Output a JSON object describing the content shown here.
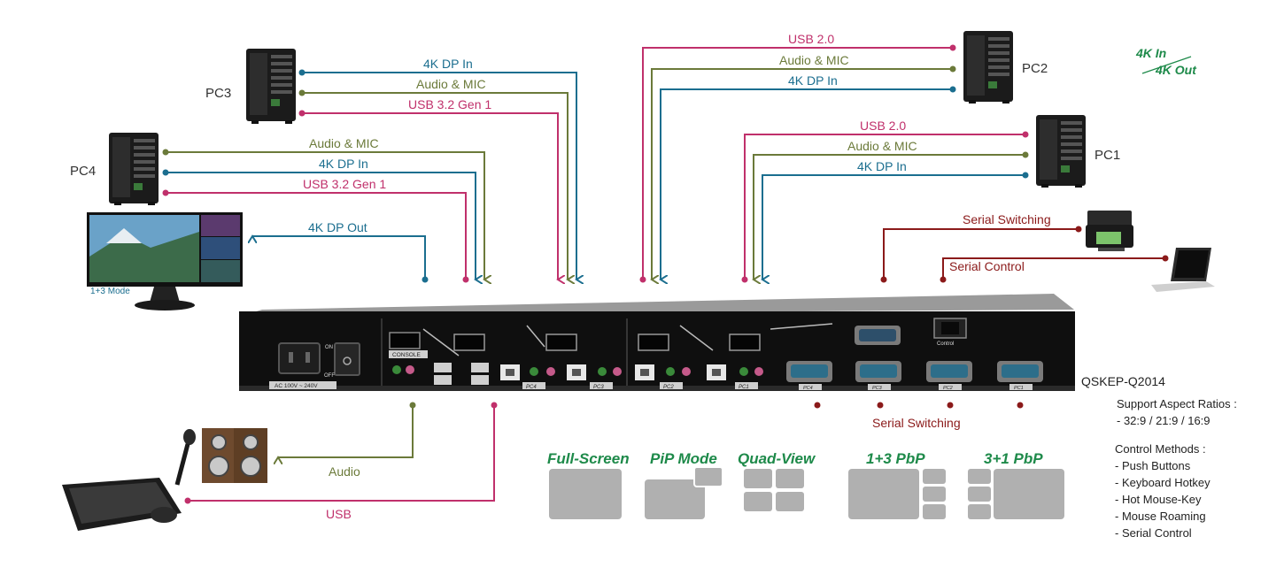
{
  "colors": {
    "usb3": "#c0306b",
    "usb2": "#c0306b",
    "audio": "#6b7a3a",
    "dp": "#1b6e8f",
    "serial": "#8b1a1a",
    "mode_text": "#1e8a4a",
    "mode_block": "#b0b0b0"
  },
  "pcs": {
    "pc1": "PC1",
    "pc2": "PC2",
    "pc3": "PC3",
    "pc4": "PC4"
  },
  "signals": {
    "pc3_dp": "4K DP In",
    "pc3_audio": "Audio & MIC",
    "pc3_usb": "USB 3.2 Gen 1",
    "pc4_audio": "Audio & MIC",
    "pc4_dp": "4K DP In",
    "pc4_usb": "USB 3.2 Gen 1",
    "pc2_usb": "USB 2.0",
    "pc2_audio": "Audio & MIC",
    "pc2_dp": "4K DP In",
    "pc1_usb": "USB 2.0",
    "pc1_audio": "Audio & MIC",
    "pc1_dp": "4K DP In",
    "dp_out": "4K DP Out",
    "serial_switching_top": "Serial Switching",
    "serial_control": "Serial Control",
    "audio_out": "Audio",
    "usb_out": "USB",
    "serial_switching_bottom": "Serial Switching"
  },
  "badge": {
    "line1": "4K In",
    "line2": "4K Out"
  },
  "monitor_caption": "1+3 Mode",
  "model": "QSKEP-Q2014",
  "panel": {
    "power_rating": "AC 100V ~ 240V",
    "console": "CONSOLE",
    "on": "ON",
    "off": "OFF",
    "port_labels": [
      "PC4",
      "PC3",
      "PC2",
      "PC1"
    ],
    "serial_ports": [
      "PC4",
      "PC3",
      "PC2",
      "PC1"
    ],
    "ctrl": "Control"
  },
  "modes": [
    "Full-Screen",
    "PiP Mode",
    "Quad-View",
    "1+3 PbP",
    "3+1 PbP"
  ],
  "aspect": {
    "title": "Support Aspect Ratios :",
    "value": "- 32:9 / 21:9 / 16:9"
  },
  "control_methods": {
    "title": "Control Methods :",
    "items": [
      "- Push Buttons",
      "- Keyboard Hotkey",
      "- Hot Mouse-Key",
      "- Mouse Roaming",
      "- Serial Control"
    ]
  }
}
